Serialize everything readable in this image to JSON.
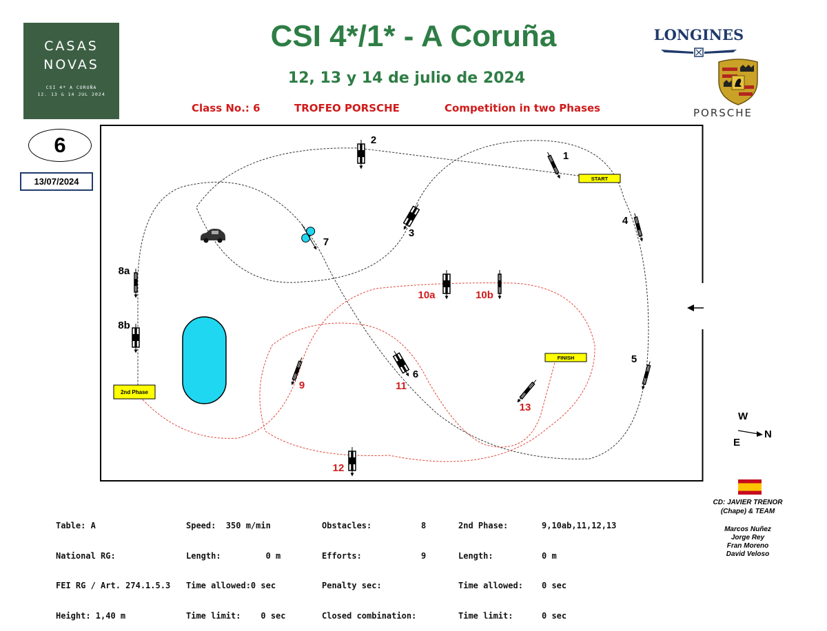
{
  "logo": {
    "line1": "CASAS",
    "line2": "NOVAS",
    "sub1": "CSI  4*  A CORUÑA",
    "sub2": "12. 13 & 14 JUL 2024"
  },
  "header": {
    "title": "CSI 4*/1* - A Coruña",
    "dates": "12, 13 y 14 de julio de 2024",
    "class_no": "Class No.: 6",
    "trophy": "TROFEO PORSCHE",
    "competition": "Competition in two Phases"
  },
  "sponsors": {
    "longines": "LONGINES",
    "porsche": "PORSCHE"
  },
  "class_badge": {
    "number": "6",
    "date": "13/07/2024"
  },
  "course": {
    "start_label": "START",
    "finish_label": "FINISH",
    "second_phase_label": "2nd Phase",
    "obstacles": [
      "1",
      "2",
      "3",
      "4",
      "5",
      "6",
      "7",
      "8a",
      "8b",
      "9",
      "10a",
      "10b",
      "11",
      "12",
      "13"
    ],
    "compass": {
      "top": "W",
      "left": "E",
      "right": "N"
    },
    "colors": {
      "phase1": "#333333",
      "phase2": "#e0483a",
      "red_number": "#d11a1a",
      "water": "#1fd7f0",
      "label_bg": "#ffff00"
    }
  },
  "info": {
    "col1": [
      "Table: A",
      "National RG:",
      "FEI RG / Art. 274.1.5.3",
      "Height: 1,40 m"
    ],
    "col2": [
      "Speed:  350 m/min",
      "Length:         0 m",
      "Time allowed:0 sec",
      "Time limit:    0 sec"
    ],
    "col3_labels": [
      "Obstacles:",
      "Efforts:",
      "Penalty sec:",
      "Closed combination:"
    ],
    "col3_values": [
      "8",
      "9",
      "",
      ""
    ],
    "col4_labels": [
      "2nd Phase:",
      "Length:",
      "Time allowed:",
      "Time limit:"
    ],
    "col4_values": [
      "9,10ab,11,12,13",
      "0 m",
      "0 sec",
      "0 sec"
    ]
  },
  "team": {
    "cd": "CD: JAVIER TRENOR",
    "cd2": "(Chape) & TEAM",
    "members": [
      "Marcos Nuñez",
      "Jorge Rey",
      "Fran Moreno",
      "David Veloso"
    ]
  }
}
